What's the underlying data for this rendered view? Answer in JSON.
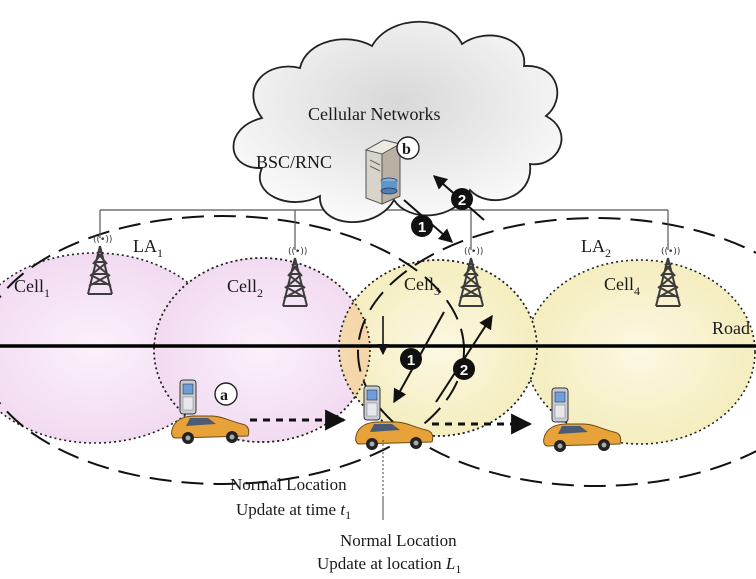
{
  "cloud": {
    "title": "Cellular Networks",
    "controller": "BSC/RNC",
    "controller_marker": "b"
  },
  "location_areas": [
    {
      "name": "LA",
      "sub": "1"
    },
    {
      "name": "LA",
      "sub": "2"
    }
  ],
  "cells": [
    {
      "name": "Cell",
      "sub": "1",
      "color": "#f3dff3"
    },
    {
      "name": "Cell",
      "sub": "2",
      "color": "#f3dff3"
    },
    {
      "name": "Cell",
      "sub": "3",
      "color": "#f7f0c6"
    },
    {
      "name": "Cell",
      "sub": "4",
      "color": "#f9f4d6"
    }
  ],
  "road_label": "Road",
  "vehicle_marker": "a",
  "step_markers": [
    "1",
    "2",
    "1",
    "2"
  ],
  "annotations": {
    "time_update": {
      "line1": "Normal Location",
      "line2_prefix": "Update at time ",
      "var": "t",
      "sub": "1"
    },
    "location_update": {
      "line1": "Normal Location",
      "line2_prefix": "Update at location ",
      "var": "L",
      "sub": "1"
    }
  },
  "colors": {
    "overlap": "#f7dcb2",
    "cell_border": "#222222",
    "cloud_fill": "#f0f0f0"
  }
}
